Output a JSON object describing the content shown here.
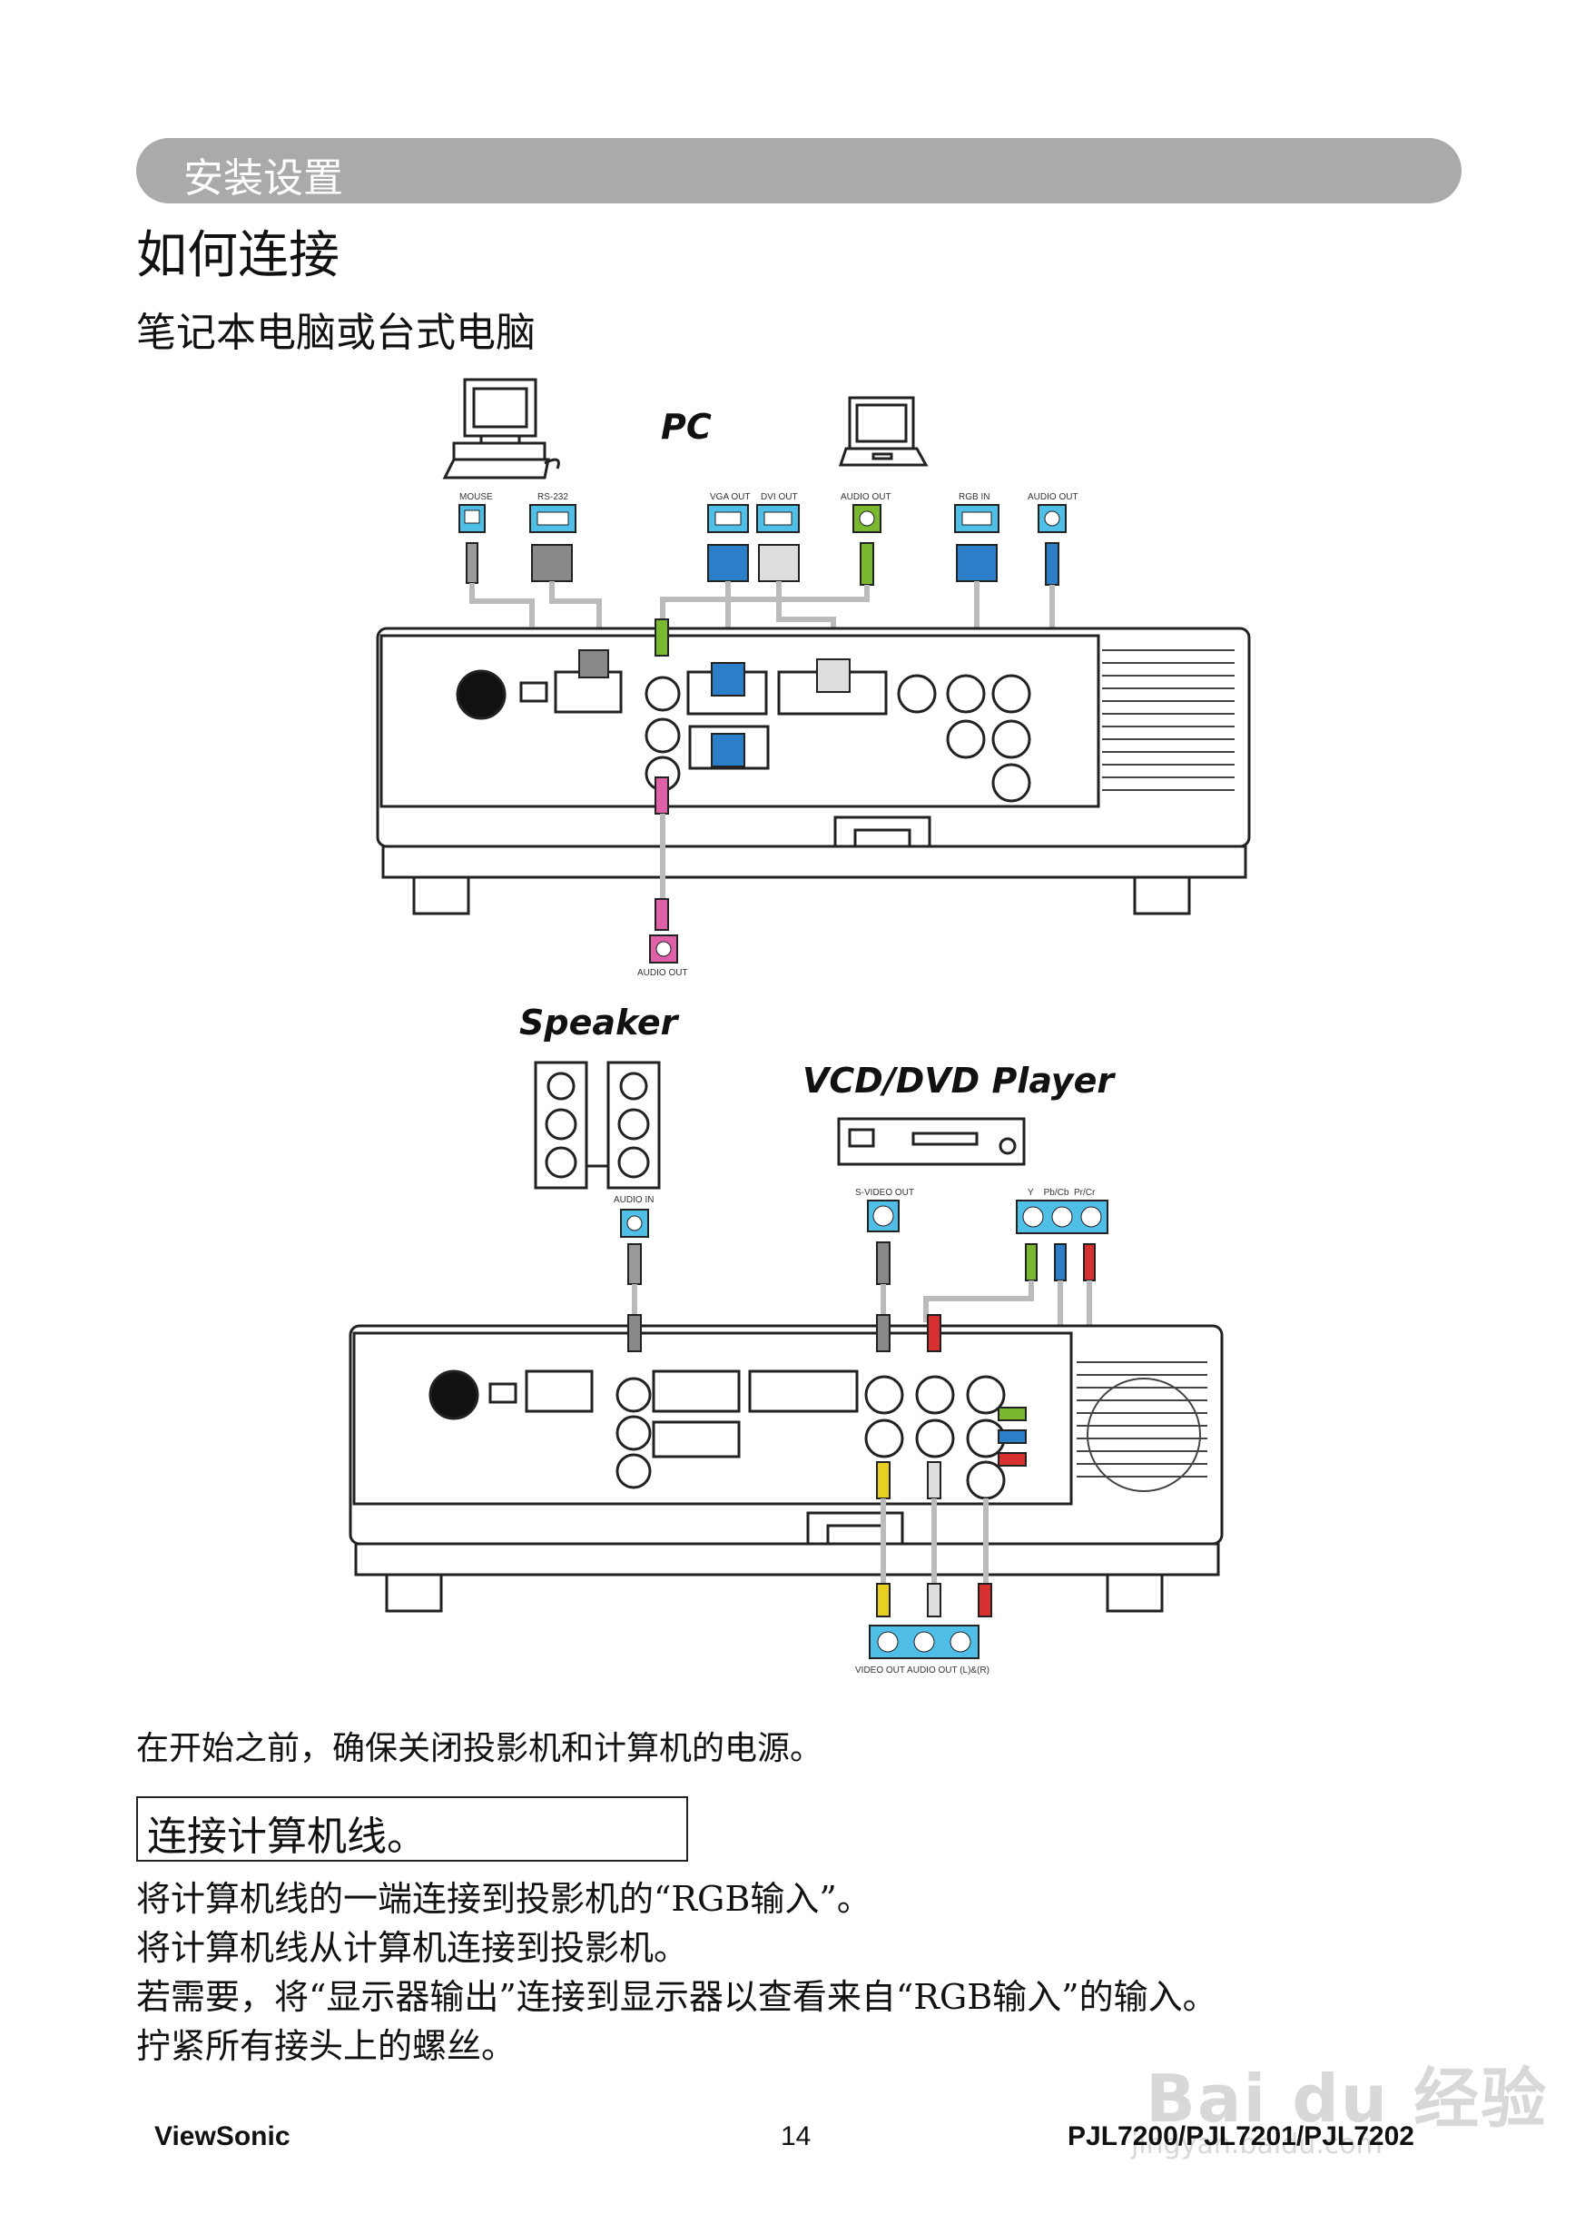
{
  "section": "安装设置",
  "title": "如何连接",
  "subtitle": "笔记本电脑或台式电脑",
  "diagram_labels": {
    "pc": "PC",
    "speaker": "Speaker",
    "player": "VCD/DVD Player",
    "mouse": "MOUSE",
    "rs232": "RS-232",
    "vga_out": "VGA OUT",
    "dvi_out": "DVI OUT",
    "audio_out": "AUDIO OUT",
    "rgb_in": "RGB IN",
    "audio_out2": "AUDIO OUT",
    "audio_out_bottom": "AUDIO OUT",
    "audio_in": "AUDIO IN",
    "svideo_out": "S-VIDEO OUT",
    "ypbpr": "Y    Pb/Cb  Pr/Cr",
    "video_audio_out": "VIDEO OUT AUDIO OUT (L)&(R)"
  },
  "note": "在开始之前，确保关闭投影机和计算机的电源。",
  "step_heading": "连接计算机线。",
  "steps": [
    "将计算机线的一端连接到投影机的“RGB输入”。",
    "将计算机线从计算机连接到投影机。",
    "若需要，将“显示器输出”连接到显示器以查看来自“RGB输入”的输入。",
    "拧紧所有接头上的螺丝。"
  ],
  "footer": {
    "brand": "ViewSonic",
    "page": "14",
    "model": "PJL7200/PJL7201/PJL7202"
  },
  "watermark": "Bai du 经验",
  "watermark_url": "jingyan.baidu.com"
}
